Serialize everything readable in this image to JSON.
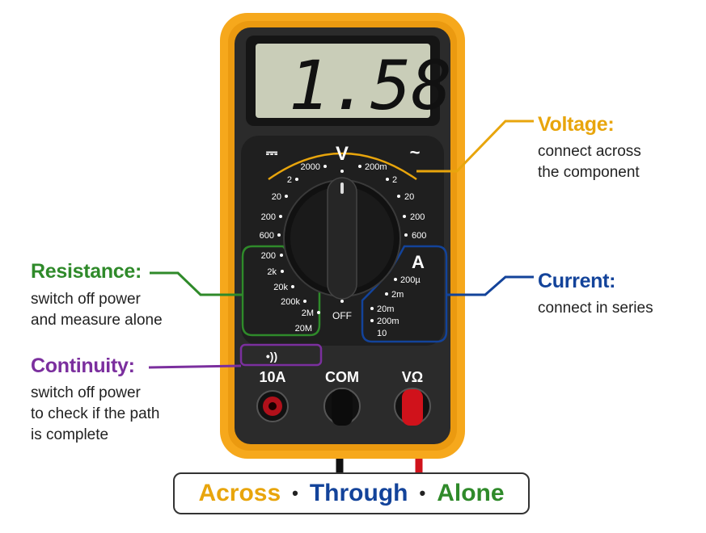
{
  "display": {
    "reading": "1.58"
  },
  "dial": {
    "dc_symbol": "⎓",
    "ac_symbol": "~",
    "voltage_symbol": "V",
    "current_symbol": "A",
    "off_label": "OFF",
    "continuity_symbol": "•))",
    "dcv_ranges": [
      "2000",
      "2",
      "20",
      "200",
      "600"
    ],
    "acv_ranges": [
      "200m",
      "2",
      "20",
      "200",
      "600"
    ],
    "resistance_ranges": [
      "200",
      "2k",
      "20k",
      "200k",
      "2M",
      "20M"
    ],
    "current_ranges": [
      "200µ",
      "2m",
      "20m",
      "200m",
      "10"
    ]
  },
  "jacks": {
    "tenA": "10A",
    "com": "COM",
    "vohm": "VΩ"
  },
  "annotations": {
    "voltage": {
      "title": "Voltage:",
      "text": "connect across\nthe component"
    },
    "current": {
      "title": "Current:",
      "text": "connect in series"
    },
    "resistance": {
      "title": "Resistance:",
      "text": "switch off power\nand measure alone"
    },
    "continuity": {
      "title": "Continuity:",
      "text": "switch off power\nto check if the path\nis complete"
    }
  },
  "summary": {
    "across": "Across",
    "sep1": "•",
    "through": "Through",
    "sep2": "•",
    "alone": "Alone"
  },
  "colors": {
    "voltage": "#e8a50c",
    "current": "#13439a",
    "resistance": "#2f8a2a",
    "continuity": "#7b2f9e",
    "case": "#f6a81c",
    "body": "#2b2b2b",
    "lcd": "#c9cdb8",
    "red_probe": "#d0121b"
  }
}
